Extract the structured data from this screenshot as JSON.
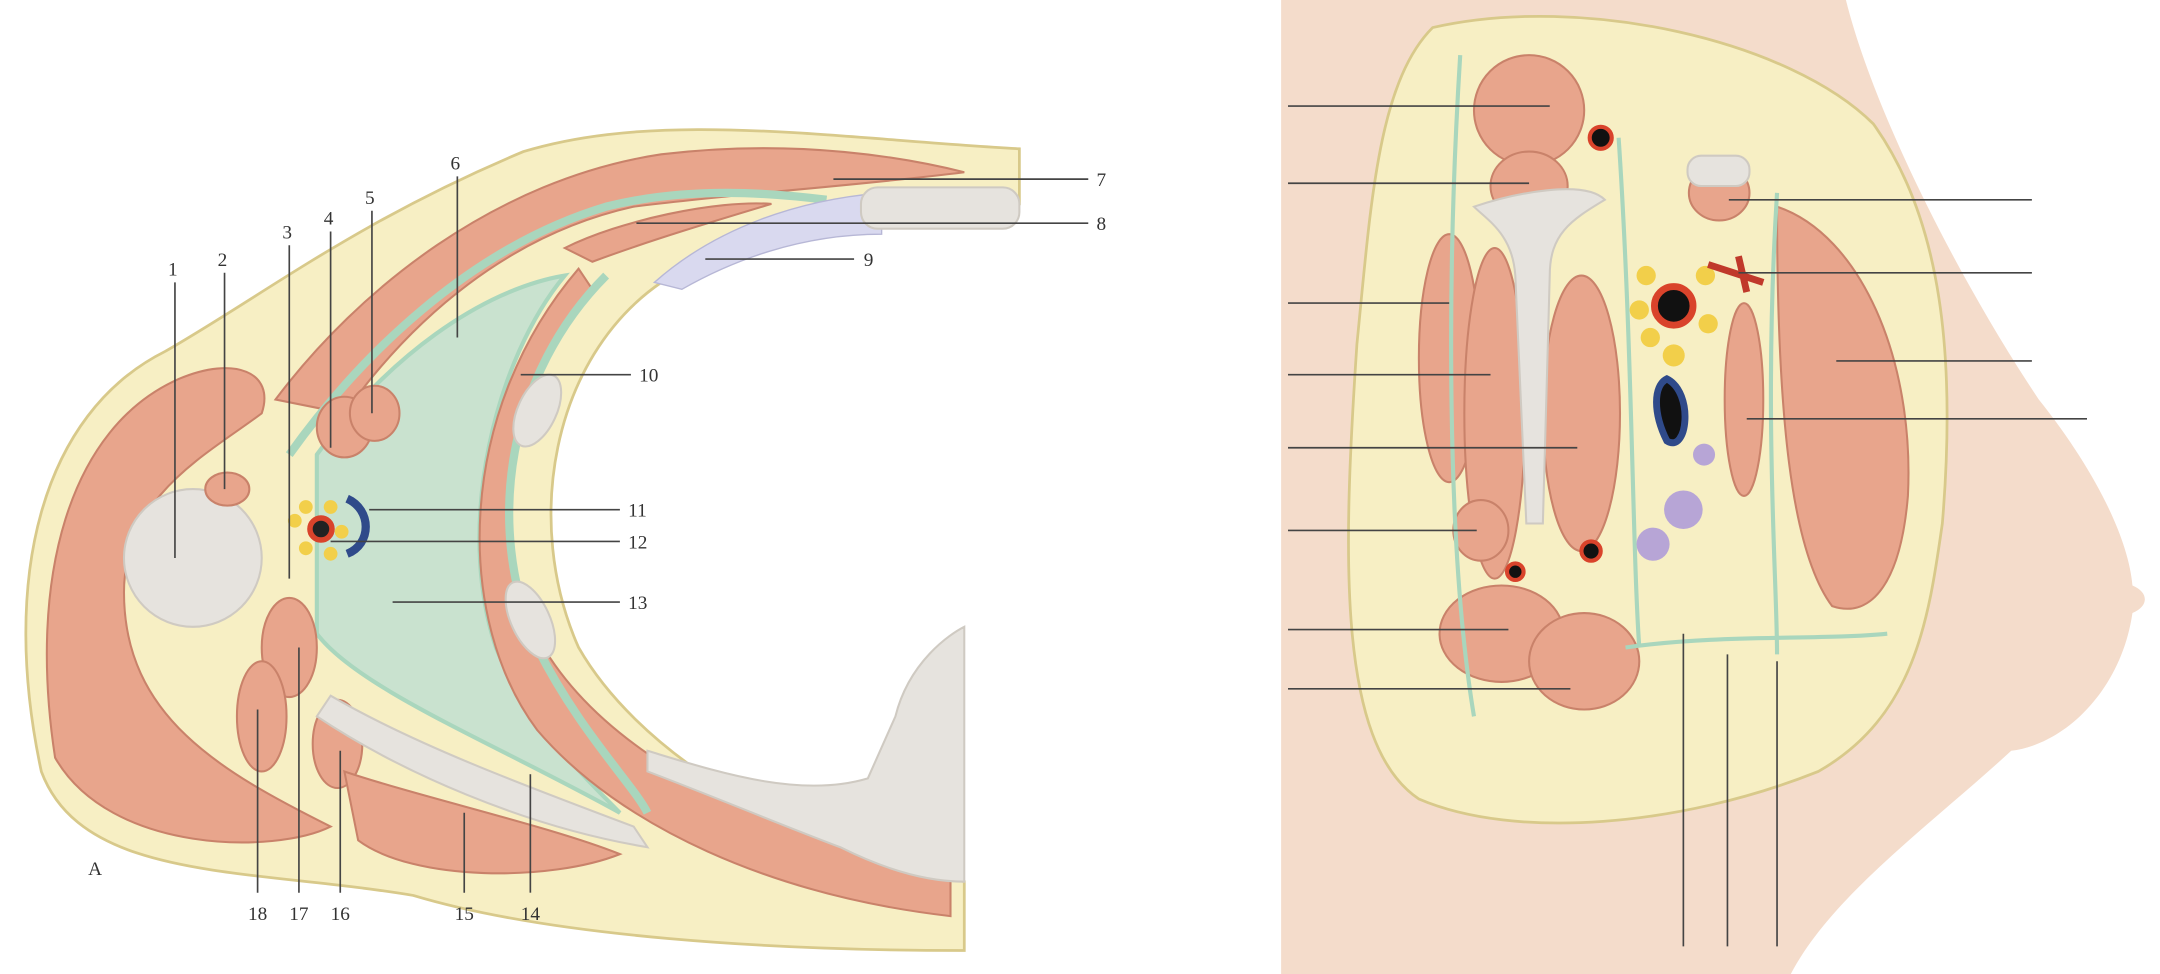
{
  "figure_left": {
    "panel_label": "A",
    "labels": [
      "1",
      "2",
      "3",
      "4",
      "5",
      "6",
      "7",
      "8",
      "9",
      "10",
      "11",
      "12",
      "13",
      "14",
      "15",
      "16",
      "17",
      "18"
    ]
  },
  "colors": {
    "skin": "#f7efc4",
    "muscle": "#e8a58c",
    "fascia": "#a9d6bd",
    "axilla": "#c9e2cf",
    "bone": "#e6e3de",
    "artery": "#d9432b",
    "vein": "#2f4a8a",
    "nerve": "#f2cf4a",
    "lymph": "#b7a5d6",
    "body_skin": "#f4dccb"
  }
}
